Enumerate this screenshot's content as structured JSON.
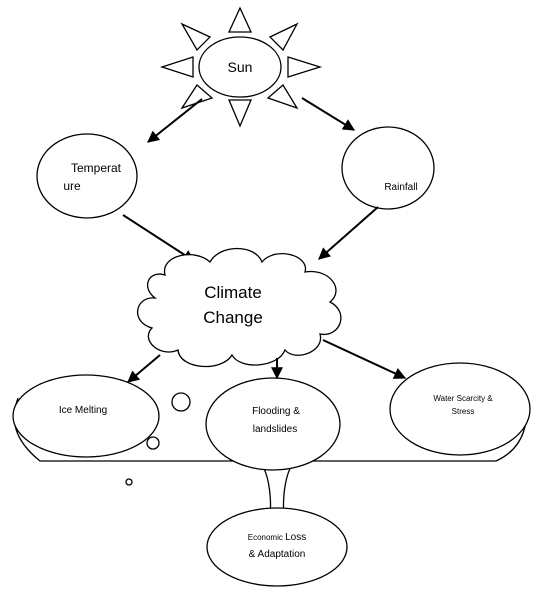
{
  "diagram": {
    "sun": {
      "label": "Sun"
    },
    "temperature": {
      "line1": "Temperat",
      "line2": "ure"
    },
    "rainfall": {
      "label": "Rainfall"
    },
    "climate_change": {
      "line1": "Climate",
      "line2": "Change"
    },
    "ice_melting": {
      "label": "Ice Melting"
    },
    "flooding": {
      "line1": "Flooding &",
      "line2": "landslides"
    },
    "water_scarcity": {
      "line1": "Water Scarcity &",
      "line2": "Stress"
    },
    "economic": {
      "line1a": "Economic ",
      "line1b": "Loss",
      "line2": "& Adaptation"
    }
  }
}
